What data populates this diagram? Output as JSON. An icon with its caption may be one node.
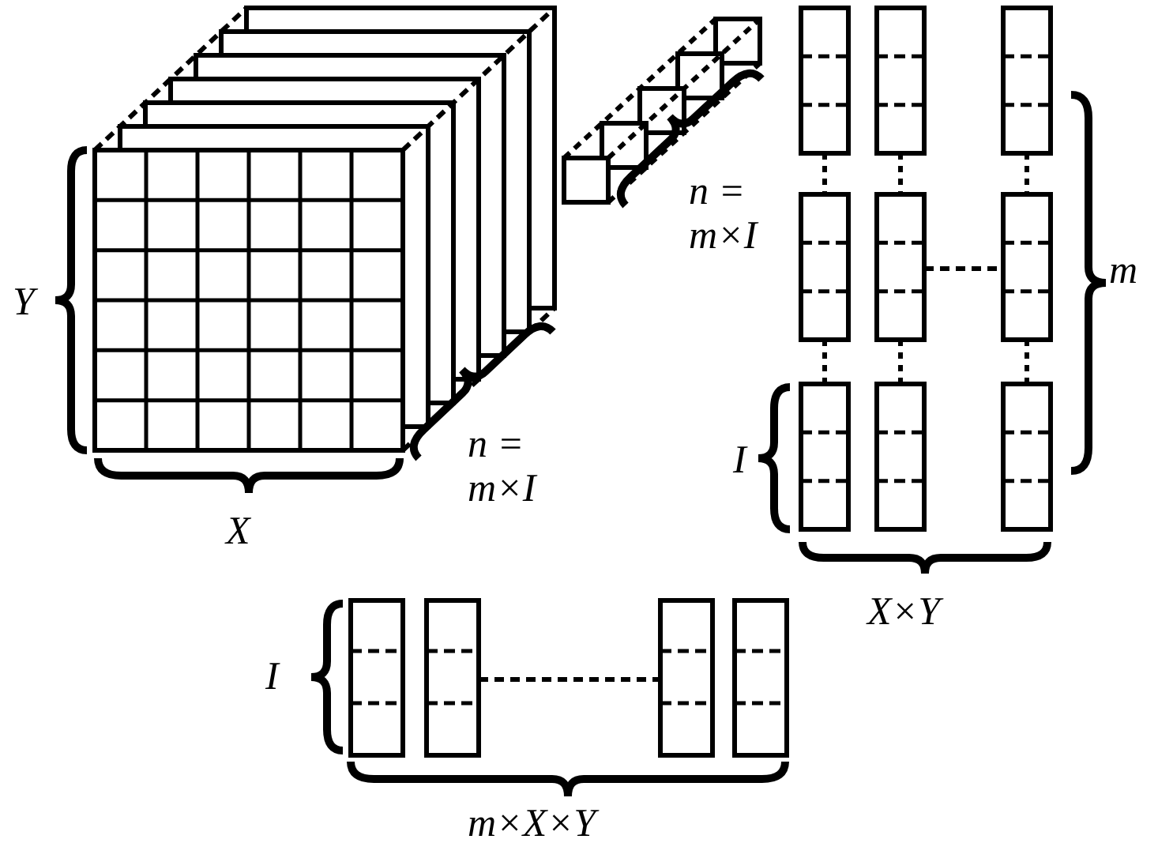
{
  "diagram": {
    "labels": [
      "n = m×I",
      "m",
      "Y",
      "n = m×I",
      "I",
      "X",
      "X×Y",
      "I",
      "m×X×Y"
    ]
  }
}
